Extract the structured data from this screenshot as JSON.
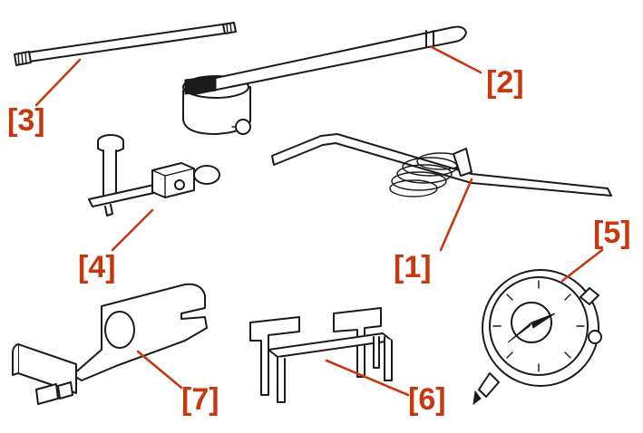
{
  "accent_color": "#c8380f",
  "ink_color": "#1a1a1a",
  "callouts": [
    {
      "id": "1",
      "label": "[1]"
    },
    {
      "id": "2",
      "label": "[2]"
    },
    {
      "id": "3",
      "label": "[3]"
    },
    {
      "id": "4",
      "label": "[4]"
    },
    {
      "id": "5",
      "label": "[5]"
    },
    {
      "id": "6",
      "label": "[6]"
    },
    {
      "id": "7",
      "label": "[7]"
    }
  ],
  "tools": [
    {
      "callout": "[1]",
      "icon": "spring-rod-tool-icon"
    },
    {
      "callout": "[2]",
      "icon": "lever-bar-tool-icon"
    },
    {
      "callout": "[3]",
      "icon": "threaded-rod-icon"
    },
    {
      "callout": "[4]",
      "icon": "dial-gauge-holder-icon"
    },
    {
      "callout": "[5]",
      "icon": "dial-gauge-icon"
    },
    {
      "callout": "[6]",
      "icon": "support-bracket-icon"
    },
    {
      "callout": "[7]",
      "icon": "wrench-plate-icon"
    }
  ]
}
